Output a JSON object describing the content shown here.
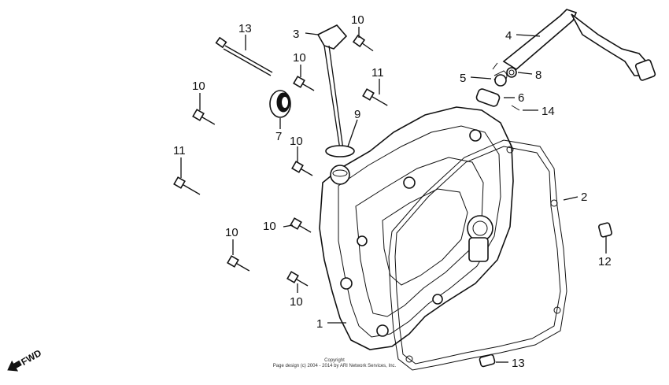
{
  "callouts": [
    {
      "id": "c1",
      "text": "1"
    },
    {
      "id": "c2",
      "text": "2"
    },
    {
      "id": "c3",
      "text": "3"
    },
    {
      "id": "c4",
      "text": "4"
    },
    {
      "id": "c5",
      "text": "5"
    },
    {
      "id": "c6",
      "text": "6"
    },
    {
      "id": "c7",
      "text": "7"
    },
    {
      "id": "c8",
      "text": "8"
    },
    {
      "id": "c9",
      "text": "9"
    },
    {
      "id": "c10a",
      "text": "10"
    },
    {
      "id": "c10b",
      "text": "10"
    },
    {
      "id": "c10c",
      "text": "10"
    },
    {
      "id": "c10d",
      "text": "10"
    },
    {
      "id": "c10e",
      "text": "10"
    },
    {
      "id": "c10f",
      "text": "10"
    },
    {
      "id": "c10g",
      "text": "10"
    },
    {
      "id": "c11a",
      "text": "11"
    },
    {
      "id": "c11b",
      "text": "11"
    },
    {
      "id": "c12",
      "text": "12"
    },
    {
      "id": "c13a",
      "text": "13"
    },
    {
      "id": "c13b",
      "text": "13"
    },
    {
      "id": "c14",
      "text": "14"
    }
  ],
  "fwd_label": "FWD",
  "copyright": {
    "line1": "Copyright",
    "line2": "Page design (c) 2004 - 2014 by ARI Network Services, Inc."
  }
}
